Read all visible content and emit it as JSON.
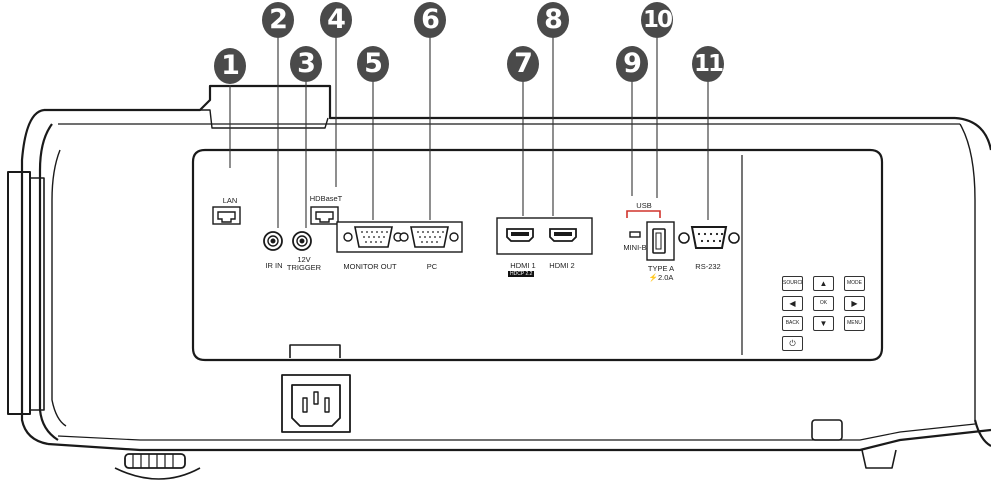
{
  "callouts": [
    "1",
    "2",
    "3",
    "4",
    "5",
    "6",
    "7",
    "8",
    "9",
    "10",
    "11"
  ],
  "ports": {
    "lan": "LAN",
    "ir_in": "IR IN",
    "trigger_line1": "12V",
    "trigger_line2": "TRIGGER",
    "hdbaset": "HDBaseT",
    "monitor_out": "MONITOR OUT",
    "pc": "PC",
    "hdmi1": "HDMI 1",
    "hdcp": "HDCP 2.2",
    "hdmi2": "HDMI 2",
    "usb": "USB",
    "mini_b": "MINI-B",
    "type_a_line1": "TYPE A",
    "type_a_line2": "⚡2.0A",
    "rs232": "RS-232"
  },
  "keypad": {
    "source": "SOURCE",
    "up": "▲",
    "mode": "MODE",
    "left": "◀",
    "ok": "OK",
    "right": "▶",
    "back": "BACK",
    "down": "▼",
    "menu": "MENU",
    "power": "⏻"
  },
  "colors": {
    "callout": "#4a4a4a",
    "outline": "#1a1a1a",
    "usb_bracket": "#d0342c"
  }
}
